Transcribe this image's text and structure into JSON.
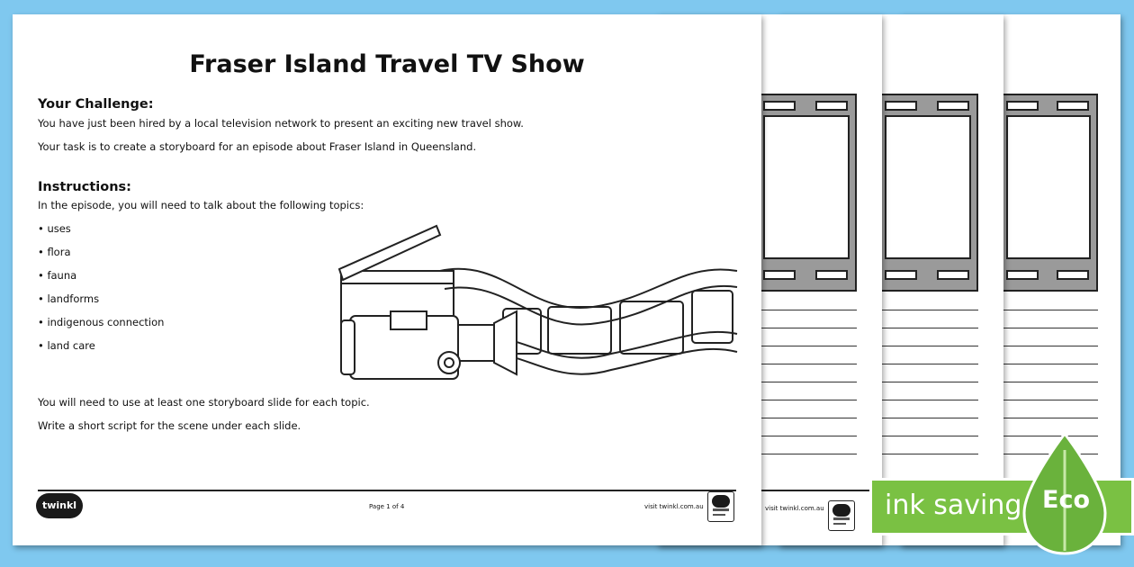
{
  "worksheet": {
    "title": "Fraser Island Travel TV Show",
    "challenge_heading": "Your Challenge:",
    "challenge_lines": [
      "You have just been hired by a local television network to present an exciting new travel show.",
      "Your task is to create a storyboard for an episode about Fraser Island in Queensland."
    ],
    "instructions_heading": "Instructions:",
    "instructions_intro": "In the episode, you will need to talk about the following topics:",
    "topics": [
      "• uses",
      "• flora",
      "• fauna",
      "• landforms",
      "• indigenous connection",
      "• land care"
    ],
    "closing_lines": [
      "You will need to use at least one storyboard slide for each topic.",
      "Write a short script for the scene under each slide."
    ],
    "footer": {
      "logo": "twinkl",
      "page_label": "Page 1 of 4",
      "site": "visit twinkl.com.au"
    }
  },
  "back_pages": [
    {
      "footer_site": "visit twinkl.com.au"
    },
    {
      "footer_site": ""
    },
    {
      "footer_site": ""
    }
  ],
  "eco_banner": {
    "label": "ink saving",
    "badge": "Eco"
  },
  "colors": {
    "background": "#7fc8ef",
    "eco_green": "#7ac143",
    "film_grey": "#9a9a9a"
  }
}
